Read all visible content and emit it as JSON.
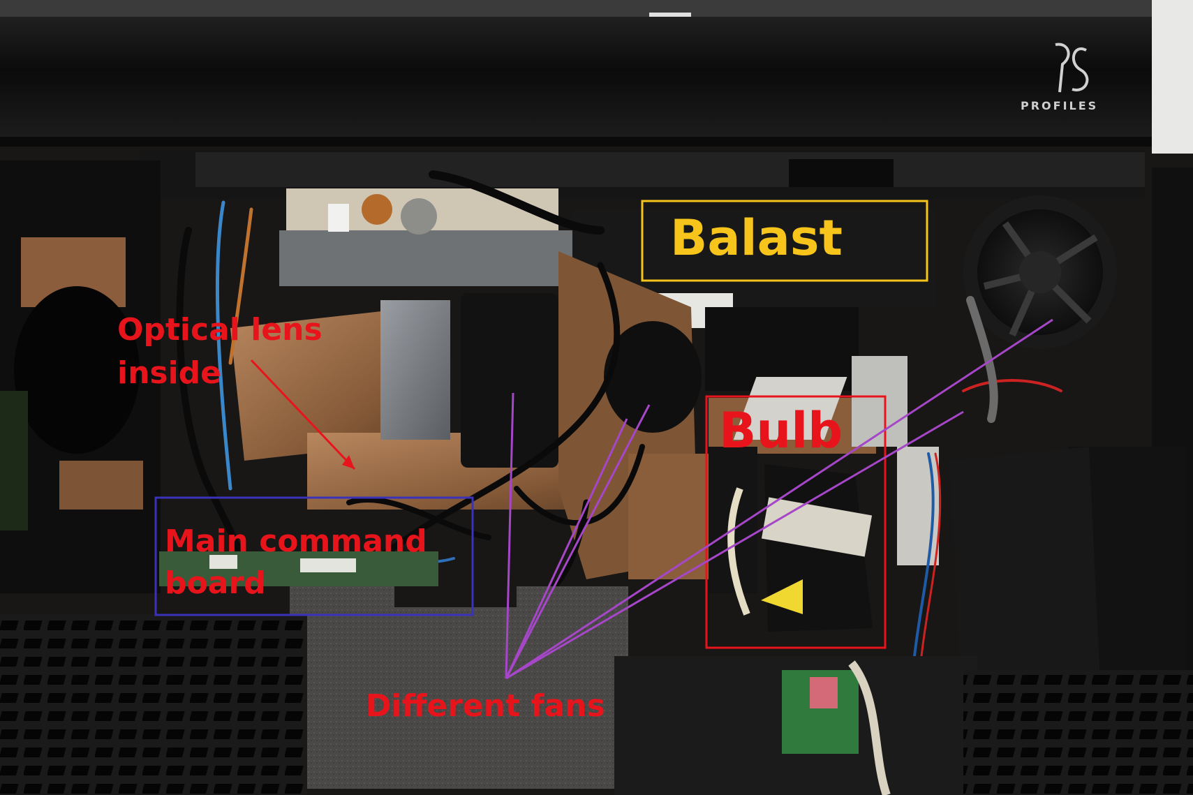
{
  "brand": {
    "name": "PROFILES",
    "mark": "PS"
  },
  "annotations": {
    "optical": {
      "text": "Optical lens inside",
      "color": "#e8141c"
    },
    "main_board": {
      "text": "Main command board",
      "color": "#e8141c",
      "box_color": "#3a32b8"
    },
    "fans": {
      "text": "Different fans",
      "color": "#e8141c",
      "line_color": "#a646c8"
    },
    "balast": {
      "text": "Balast",
      "color": "#f6c41a",
      "box_color": "#f6c41a"
    },
    "bulb": {
      "text": "Bulb",
      "color": "#e8141c",
      "box_color": "#e8141c"
    }
  }
}
